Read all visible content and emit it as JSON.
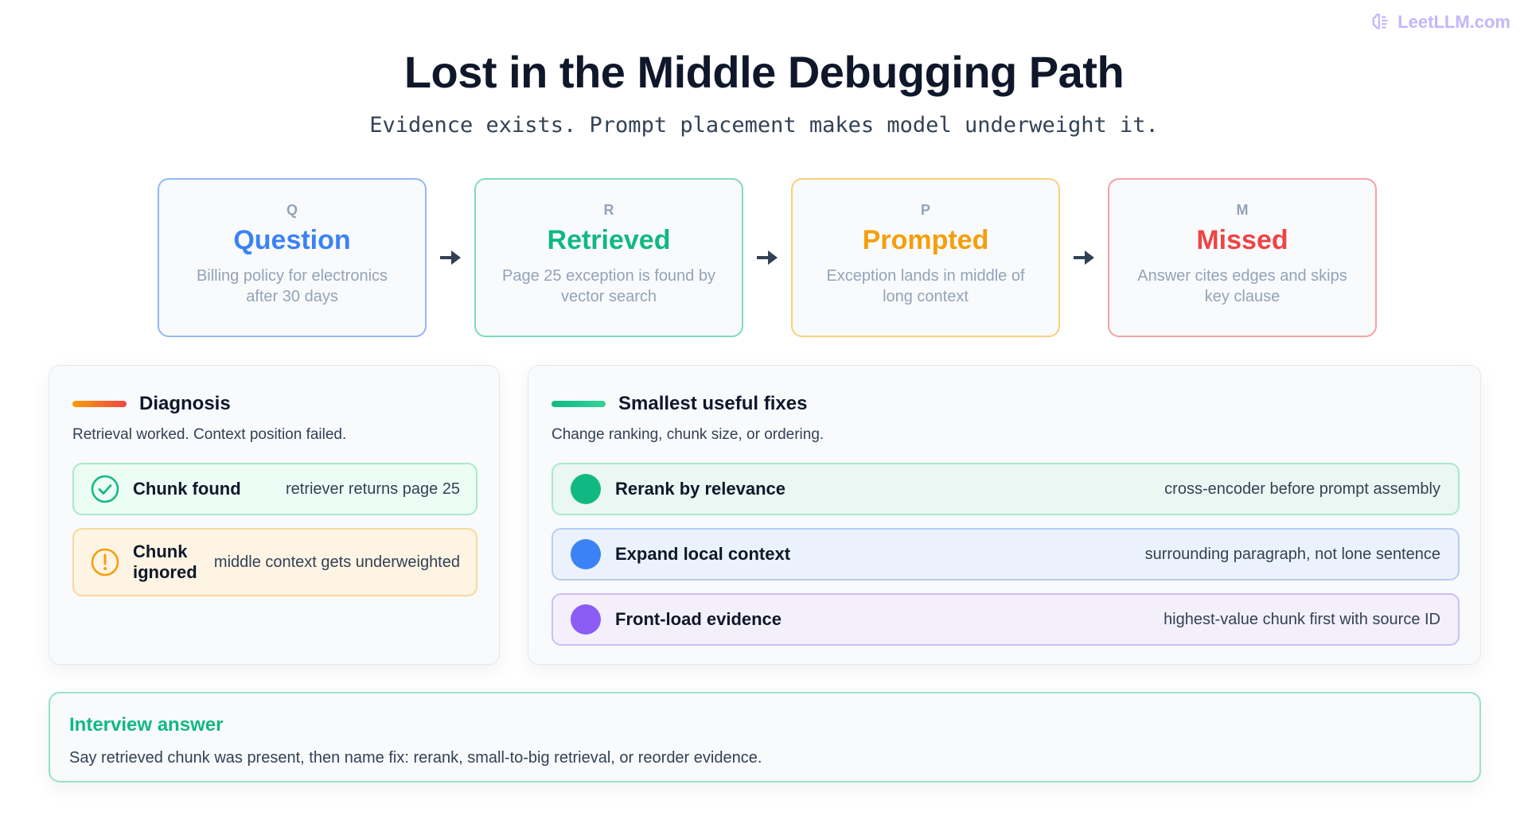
{
  "brand": {
    "name": "LeetLLM.com",
    "color": "#c4b5fd"
  },
  "header": {
    "title": "Lost in the Middle Debugging Path",
    "subtitle": "Evidence exists. Prompt placement makes model underweight it."
  },
  "flow": {
    "steps": [
      {
        "letter": "Q",
        "title": "Question",
        "desc": "Billing policy for electronics after 30 days",
        "color": "#3b82f6",
        "border": "#93b8f7"
      },
      {
        "letter": "R",
        "title": "Retrieved",
        "desc": "Page 25 exception is found by vector search",
        "color": "#10b981",
        "border": "#7fdcb6"
      },
      {
        "letter": "P",
        "title": "Prompted",
        "desc": "Exception lands in middle of long context",
        "color": "#f59e0b",
        "border": "#f9cf7f"
      },
      {
        "letter": "M",
        "title": "Missed",
        "desc": "Answer cites edges and skips key clause",
        "color": "#ef4444",
        "border": "#f4a3a3"
      }
    ],
    "arrow_icon": "arrow-right-icon"
  },
  "diagnosis": {
    "title": "Diagnosis",
    "subtitle": "Retrieval worked. Context position failed.",
    "items": [
      {
        "icon": "check-circle-icon",
        "label": "Chunk found",
        "detail": "retriever returns page 25",
        "bg": "#ecfdf5",
        "border": "#a7e9cc",
        "color": "#10b981"
      },
      {
        "icon": "warning-circle-icon",
        "label": "Chunk ignored",
        "detail": "middle context gets underweighted",
        "bg": "#fdf4e3",
        "border": "#f8d99a",
        "color": "#f59e0b"
      }
    ]
  },
  "fixes": {
    "title": "Smallest useful fixes",
    "subtitle": "Change ranking, chunk size, or ordering.",
    "items": [
      {
        "label": "Rerank by relevance",
        "detail": "cross-encoder before prompt assembly",
        "dot": "#10b981",
        "bg": "#eaf7f2",
        "border": "#a7e9cc"
      },
      {
        "label": "Expand local context",
        "detail": "surrounding paragraph, not lone sentence",
        "dot": "#3b82f6",
        "bg": "#ecf2fb",
        "border": "#b6cdf4"
      },
      {
        "label": "Front-load evidence",
        "detail": "highest-value chunk first with source ID",
        "dot": "#8b5cf6",
        "bg": "#f3f0fb",
        "border": "#cdbff3"
      }
    ]
  },
  "answer": {
    "title": "Interview answer",
    "text": "Say retrieved chunk was present, then name fix: rerank, small-to-big retrieval, or reorder evidence."
  }
}
